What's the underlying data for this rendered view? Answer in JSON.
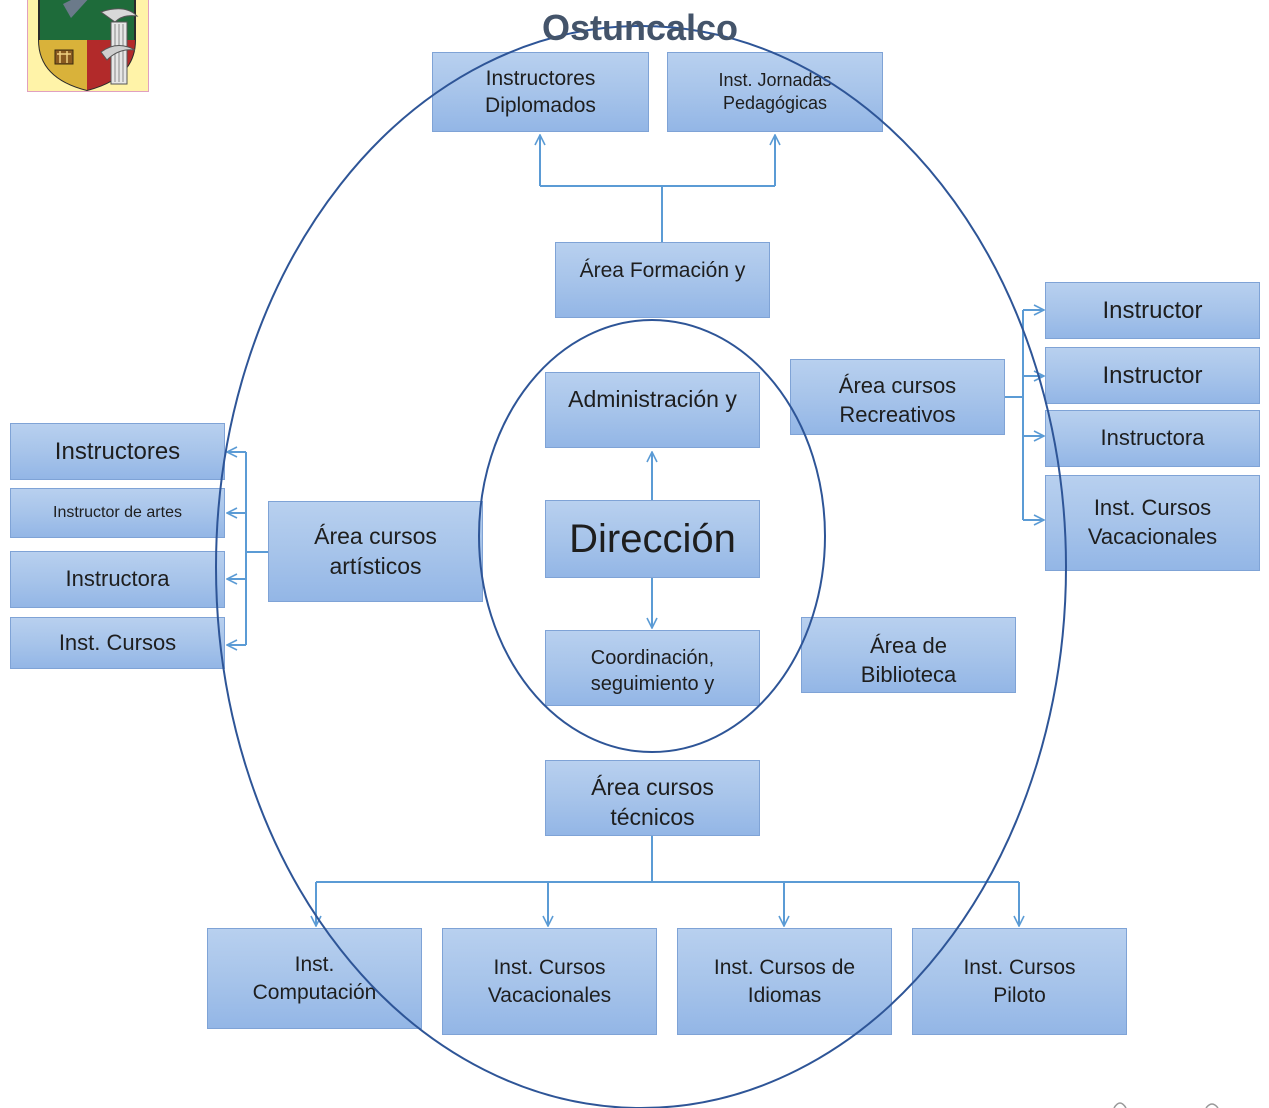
{
  "title": "Ostuncalco",
  "boxes": {
    "instructores_diplomados": "Instructores Diplomados",
    "inst_jornadas": "Inst.  Jornadas Pedagógicas",
    "area_formacion": "Área Formación y",
    "area_recreativos": "Área cursos Recreativos",
    "instructor_1": "Instructor",
    "instructor_2": "Instructor",
    "instructora_right": "Instructora",
    "inst_vacacionales_right": "Inst. Cursos Vacacionales",
    "administracion": "Administración y",
    "direccion": "Dirección",
    "coordinacion": "Coordinación, seguimiento y",
    "area_biblioteca": "Área de Biblioteca",
    "area_artisticos": "Área cursos artísticos",
    "instructores_left": "Instructores",
    "instructor_artes": "Instructor de artes",
    "instructora_left": "Instructora",
    "inst_cursos_left": "Inst. Cursos",
    "area_tecnicos": "Área cursos técnicos",
    "inst_computacion": "Inst. Computación",
    "inst_vacacionales_bottom": "Inst.  Cursos Vacacionales",
    "inst_idiomas": "Inst. Cursos de Idiomas",
    "inst_piloto": "Inst. Cursos Piloto"
  },
  "colors": {
    "box_fill": "#a7c4ea",
    "connector": "#5b9bd5",
    "ellipse_stroke": "#2e5597",
    "title": "#44546a"
  },
  "logo": {
    "icon": "shield-crest-icon"
  }
}
